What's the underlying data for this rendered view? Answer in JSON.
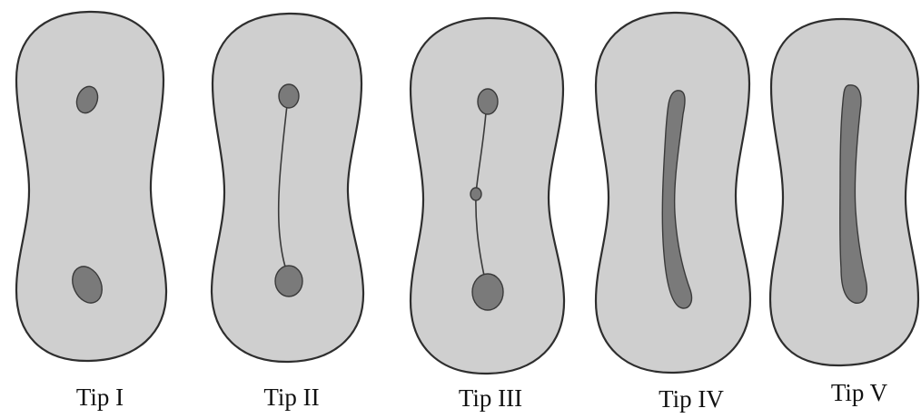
{
  "figure": {
    "panels": [
      {
        "label": "Tip I"
      },
      {
        "label": "Tip II"
      },
      {
        "label": "Tip III"
      },
      {
        "label": "Tip IV"
      },
      {
        "label": "Tip V"
      }
    ]
  },
  "colors": {
    "cell_fill": "#cfcfcf",
    "outline": "#2e2e2e",
    "lumen_fill": "#7a7a7a",
    "background": "#ffffff"
  }
}
